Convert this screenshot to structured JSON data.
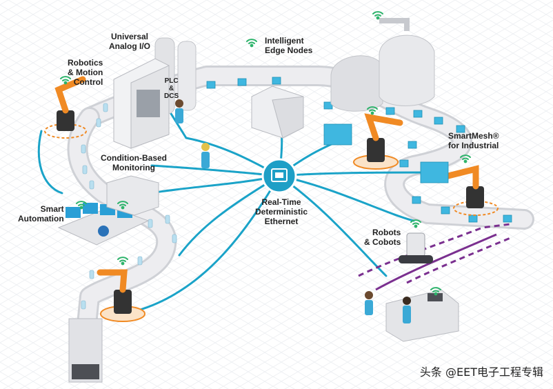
{
  "labels": {
    "universal_analog_io": [
      "Universal",
      "Analog I/O"
    ],
    "intelligent_edge_nodes": [
      "Intelligent",
      "Edge Nodes"
    ],
    "robotics_motion_control": [
      "Robotics",
      "& Motion",
      "Control"
    ],
    "plc_dcs": [
      "PLC",
      "&",
      "DCS"
    ],
    "condition_based_monitoring": [
      "Condition-Based",
      "Monitoring"
    ],
    "smartmesh": [
      "SmartMesh®",
      "for Industrial"
    ],
    "real_time_ethernet": [
      "Real-Time",
      "Deterministic",
      "Ethernet"
    ],
    "smart_automation": [
      "Smart",
      "Automation"
    ],
    "robots_cobots": [
      "Robots",
      "& Cobots"
    ]
  },
  "watermark": "头条 @EET电子工程专辑",
  "colors": {
    "network_line": "#1aa3c8",
    "hub": "#1e9fc6",
    "robot_orange": "#f08a24",
    "cobot_path": "#7a2f8f",
    "conveyor": "#e6e6e8",
    "box_blue": "#3fb7e0",
    "wifi_green": "#2db36b"
  },
  "icons": [
    "wifi-icon",
    "ethernet-hub-icon",
    "robot-arm-icon",
    "worker-icon",
    "tank-icon",
    "cabinet-icon",
    "cobot-icon",
    "workstation-icon"
  ]
}
